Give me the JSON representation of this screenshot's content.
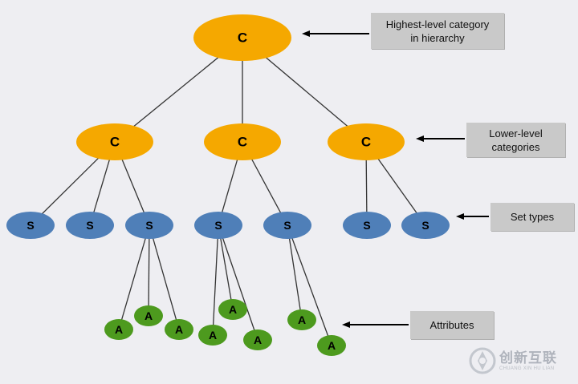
{
  "colors": {
    "category": "#f5a800",
    "set_type": "#4f7fb8",
    "attribute": "#4d9a1e",
    "edge": "#333333",
    "callout_bg": "#c9c9c9"
  },
  "node_labels": {
    "category": "C",
    "set_type": "S",
    "attribute": "A"
  },
  "callouts": {
    "highest_level": [
      "Highest-level category",
      "in hierarchy"
    ],
    "lower_level": [
      "Lower-level",
      "categories"
    ],
    "set_types": [
      "Set types"
    ],
    "attributes": [
      "Attributes"
    ]
  },
  "watermark": {
    "text": "创新互联",
    "subtext": "CHUANG XIN HU LIAN"
  }
}
